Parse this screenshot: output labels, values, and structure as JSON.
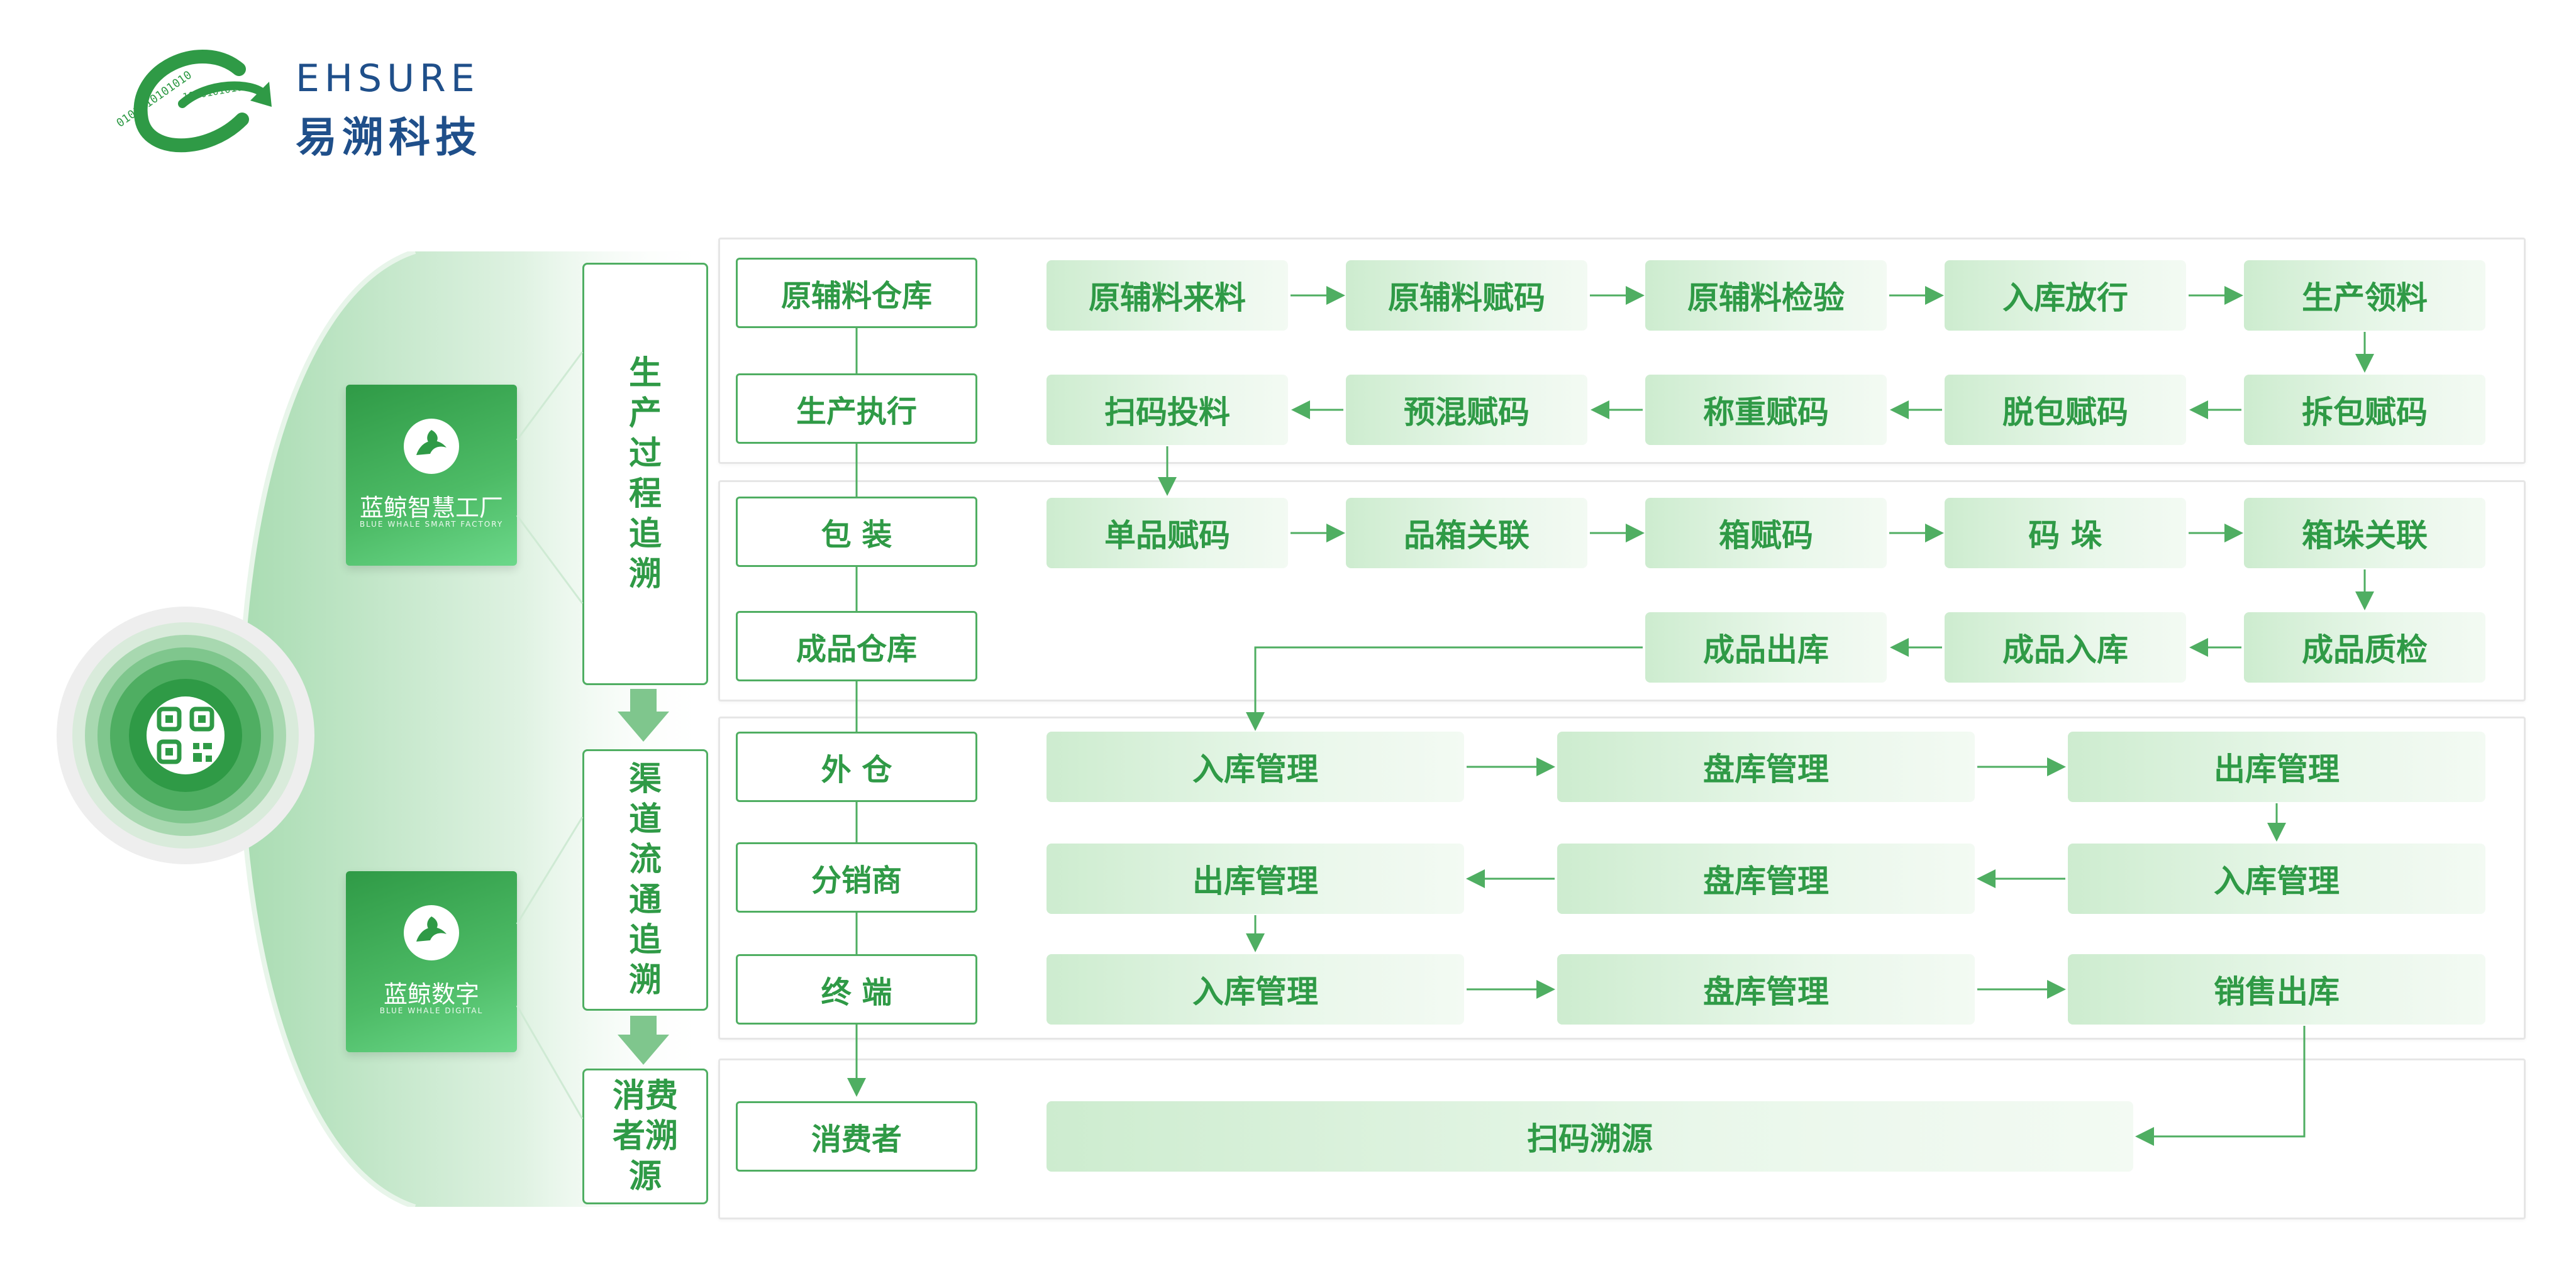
{
  "logo": {
    "text_en": "EHSURE",
    "text_cn": "易溯科技",
    "binary_top": "0101010101010",
    "binary_bottom": "10101010101"
  },
  "brands": [
    {
      "name": "蓝鲸智慧工厂",
      "sub": "BLUE WHALE SMART FACTORY"
    },
    {
      "name": "蓝鲸数字",
      "sub": "BLUE WHALE DIGITAL"
    }
  ],
  "categories": [
    "生产过程追溯",
    "渠道流通追溯",
    "消费者溯源"
  ],
  "stages": [
    "原辅料仓库",
    "生产执行",
    "包  装",
    "成品仓库",
    "外  仓",
    "分销商",
    "终  端",
    "消费者"
  ],
  "rows": {
    "raw_material": [
      "原辅料来料",
      "原辅料赋码",
      "原辅料检验",
      "入库放行",
      "生产领料"
    ],
    "production": [
      "扫码投料",
      "预混赋码",
      "称重赋码",
      "脱包赋码",
      "拆包赋码"
    ],
    "packaging": [
      "单品赋码",
      "品箱关联",
      "箱赋码",
      "码    垛",
      "箱垛关联"
    ],
    "finished_warehouse": [
      "成品出库",
      "成品入库",
      "成品质检"
    ],
    "external_warehouse": [
      "入库管理",
      "盘库管理",
      "出库管理"
    ],
    "distributor": [
      "出库管理",
      "盘库管理",
      "入库管理"
    ],
    "terminal": [
      "入库管理",
      "盘库管理",
      "销售出库"
    ],
    "consumer": [
      "扫码溯源"
    ]
  },
  "colors": {
    "primary_green": "#2f9a46",
    "border_green": "#4fae62",
    "step_fill": "#dff3e0",
    "logo_blue": "#1f4f8a"
  },
  "icons": {
    "qr_center": "qr-code-icon",
    "brand": "whale-leaf-icon",
    "arrow_down": "down-arrow-icon"
  }
}
